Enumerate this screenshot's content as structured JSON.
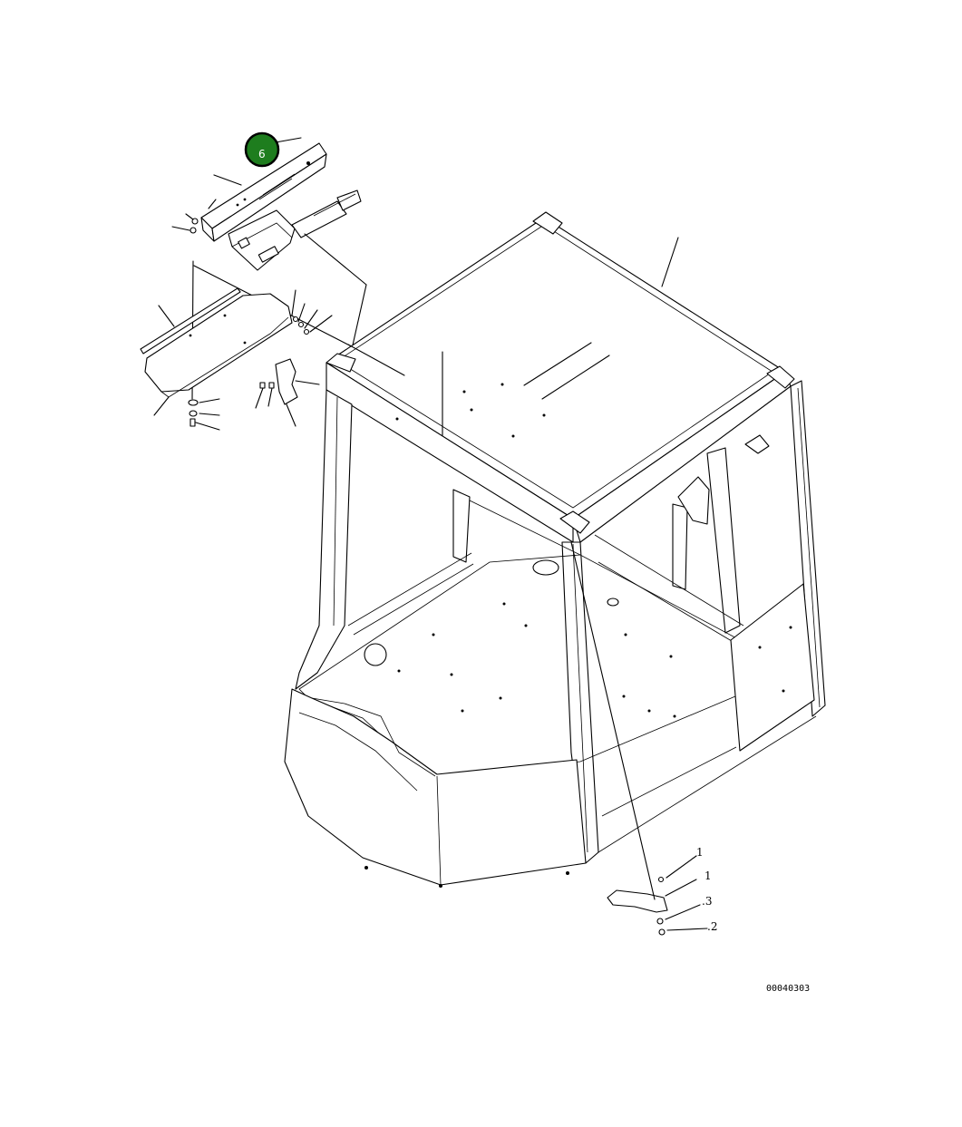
{
  "callout": {
    "label": "6",
    "fill": "#1e7d1e",
    "ring": "#000000"
  },
  "part_labels": [
    {
      "id": "p1",
      "text": "1"
    },
    {
      "id": "p2",
      "text": "1"
    },
    {
      "id": "p3",
      "text": ".3"
    },
    {
      "id": "p4",
      "text": ".2"
    }
  ],
  "drawing_code": "00040303"
}
